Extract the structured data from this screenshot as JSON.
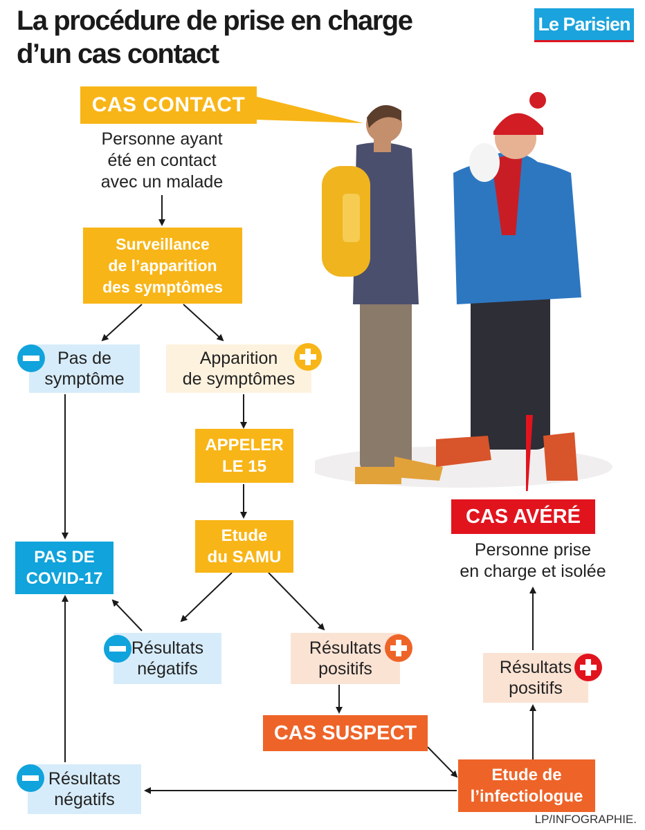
{
  "title": "La procédure de prise en charge d’un cas contact",
  "logo": "Le Parisien",
  "credit": "LP/INFOGRAPHIE.",
  "nodes": {
    "cas_contact": "CAS CONTACT",
    "cas_contact_desc": "Personne ayant\nété en contact\navec un malade",
    "surveillance": "Surveillance\nde l’apparition\ndes symptômes",
    "pas_symptome": "Pas de\nsymptôme",
    "apparition": "Apparition\nde symptômes",
    "appeler": "APPELER\nLE 15",
    "etude_samu": "Etude\ndu SAMU",
    "pas_covid": "PAS DE\nCOVID-17",
    "resultats_negatifs_1": "Résultats\nnégatifs",
    "resultats_positifs_1": "Résultats\npositifs",
    "cas_suspect": "CAS SUSPECT",
    "etude_infectiologue": "Etude de\nl’infectiologue",
    "resultats_negatifs_2": "Résultats\nnégatifs",
    "resultats_positifs_2": "Résultats\npositifs",
    "cas_avere": "CAS AVÉRÉ",
    "cas_avere_desc": "Personne prise\nen charge et isolée"
  },
  "colors": {
    "yellow": "#f8b517",
    "orange": "#ee6428",
    "blue": "#10a3dc",
    "red": "#e1141e",
    "light_blue": "#d7ecfa",
    "light_cream": "#fdf2de",
    "light_peach": "#fbe3d4"
  },
  "icons": {
    "minus": "minus-sign-icon",
    "plus": "plus-sign-icon"
  }
}
